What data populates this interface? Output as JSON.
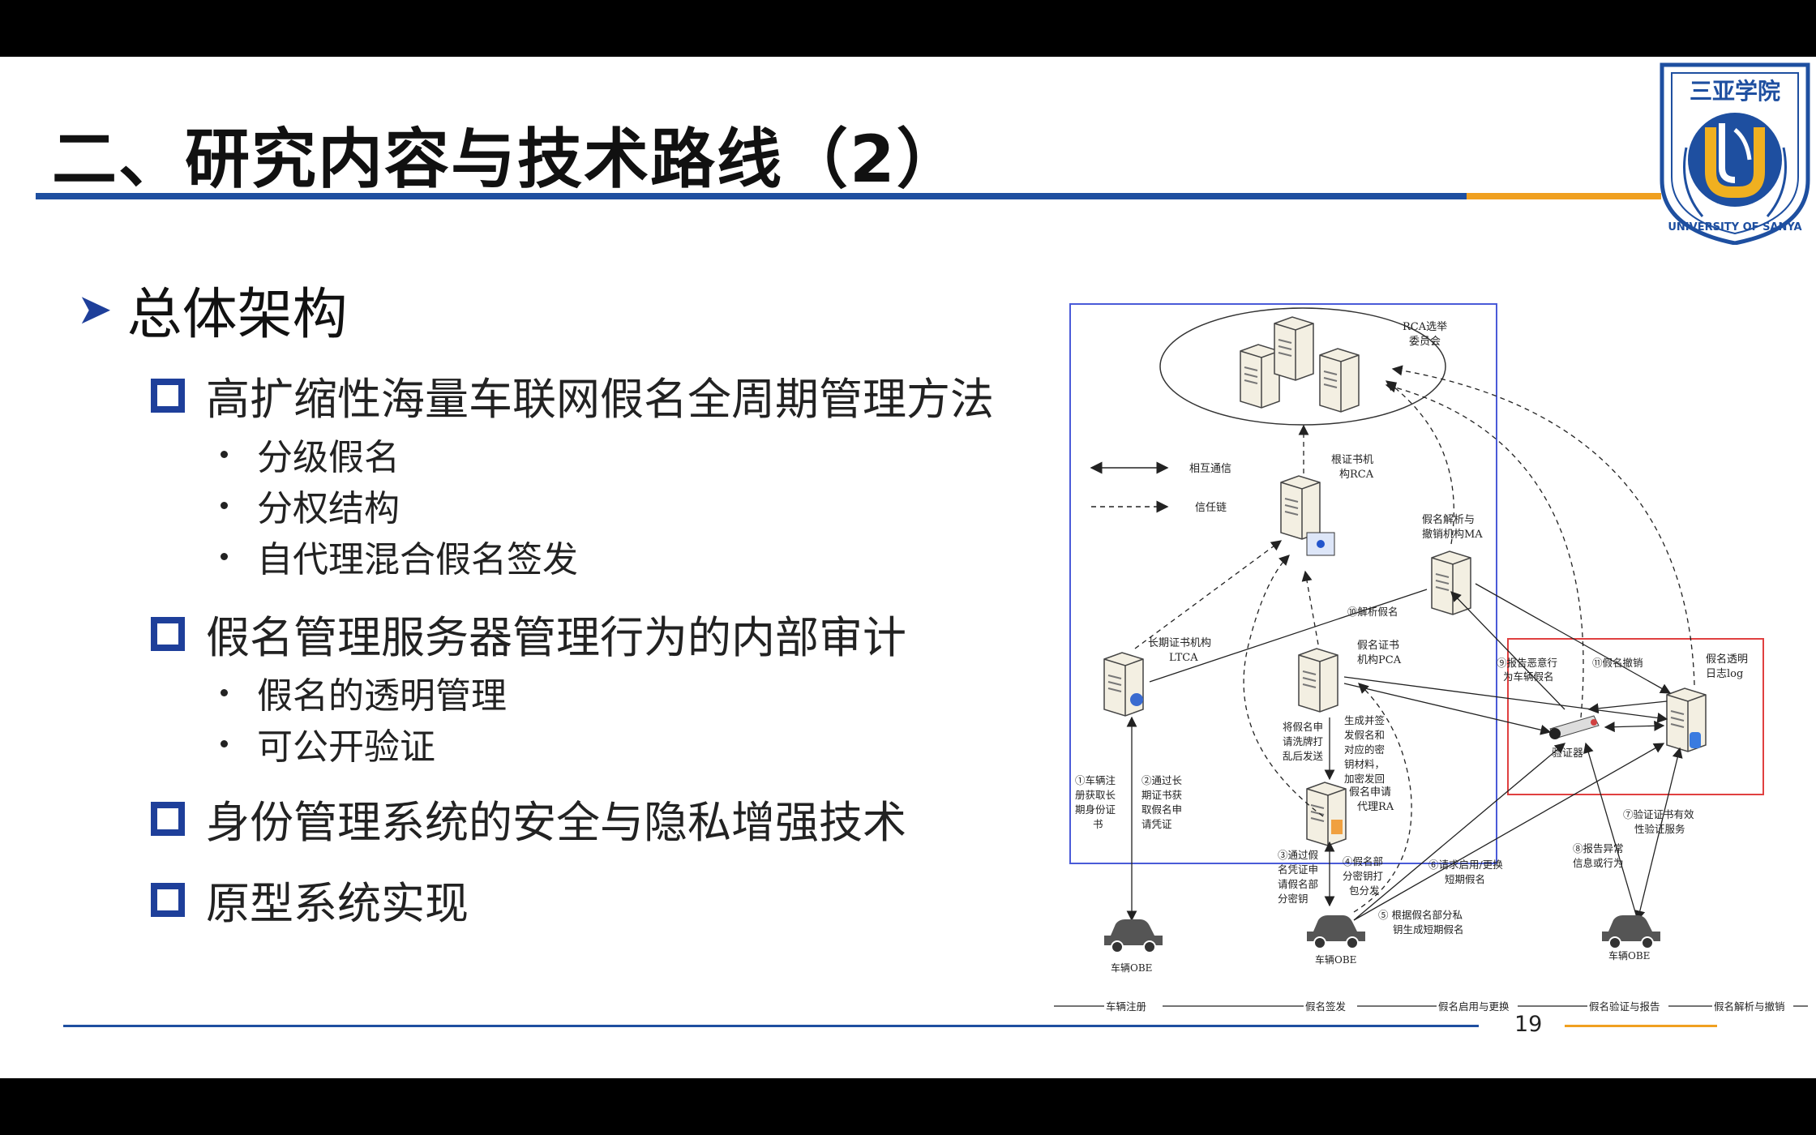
{
  "slide": {
    "title": "二、研究内容与技术路线（2）",
    "page_number": "19",
    "logo": {
      "text_top": "三亚学院",
      "text_ring": "UNIVERSITY OF SANYA",
      "colors": {
        "primary": "#1e4fa0",
        "accent": "#f0b020"
      }
    },
    "heading": "总体架构",
    "items": [
      {
        "label": "高扩缩性海量车联网假名全周期管理方法",
        "subitems": [
          "分级假名",
          "分权结构",
          "自代理混合假名签发"
        ]
      },
      {
        "label": "假名管理服务器管理行为的内部审计",
        "subitems": [
          "假名的透明管理",
          "可公开验证"
        ]
      },
      {
        "label": "身份管理系统的安全与隐私增强技术",
        "subitems": []
      },
      {
        "label": "原型系统实现",
        "subitems": []
      }
    ],
    "colors": {
      "accent_blue": "#1e4fa0",
      "accent_orange": "#f0a020",
      "bullet_square": "#1e3f9a"
    }
  },
  "diagram": {
    "rca_committee": "RCA选举委员会",
    "root_ca": "根证书机构RCA",
    "ma": "假名解析与撤销机构MA",
    "ltca": "长期证书机构LTCA",
    "pca": "假名证书机构PCA",
    "ra": "假名申请代理RA",
    "verifier": "验证器",
    "log": "假名透明日志log",
    "legend_mutual": "相互通信",
    "legend_trust": "信任链",
    "vehicle": "车辆OBE",
    "steps": {
      "s1": "①车辆注册获取长期身份证书",
      "s2": "②通过长期证书获取假名申请凭证",
      "s3": "③通过假名凭证申请假名部分密钥",
      "s4": "④假名部分密钥打包分发",
      "s5": "⑤ 根据假名部分私钥生成短期假名",
      "s6": "⑥请求启用/更换短期假名",
      "s7": "⑦验证证书有效性验证服务",
      "s8": "⑧报告异常信息或行为",
      "s9": "⑨报告恶意行为车辆假名",
      "s10": "⑩解析假名",
      "s11": "⑪假名撤销",
      "pca_note": "生成并签发假名和对应的密钥材料，加密发回",
      "ra_note": "将假名申请洗牌打乱后发送"
    },
    "timeline": [
      "车辆注册",
      "假名签发",
      "假名启用与更换",
      "假名验证与报告",
      "假名解析与撤销"
    ]
  }
}
